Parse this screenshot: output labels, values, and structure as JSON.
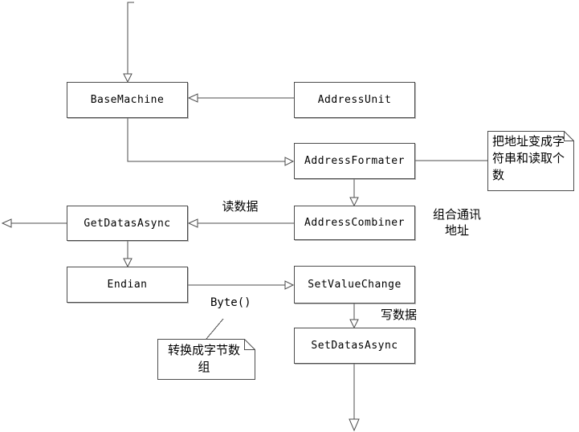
{
  "colors": {
    "background": "#ffffff",
    "line": "#4d4d4d",
    "box_border": "#4d4d4d",
    "text": "#000000"
  },
  "nodes": [
    {
      "label": "BaseMachine"
    },
    {
      "label": "AddressUnit"
    },
    {
      "label": "AddressFormater"
    },
    {
      "label": "GetDatasAsync"
    },
    {
      "label": "AddressCombiner"
    },
    {
      "label": "Endian"
    },
    {
      "label": "SetValueChange"
    },
    {
      "label": "SetDatasAsync"
    }
  ],
  "notes": [
    {
      "text": "把地址变成字符串和读取个数"
    },
    {
      "text": "转换成字节数组"
    }
  ],
  "edge_labels": [
    {
      "text": "读数据"
    },
    {
      "text": "组合通讯\n地址"
    },
    {
      "text": "Byte()"
    },
    {
      "text": "写数据"
    }
  ]
}
